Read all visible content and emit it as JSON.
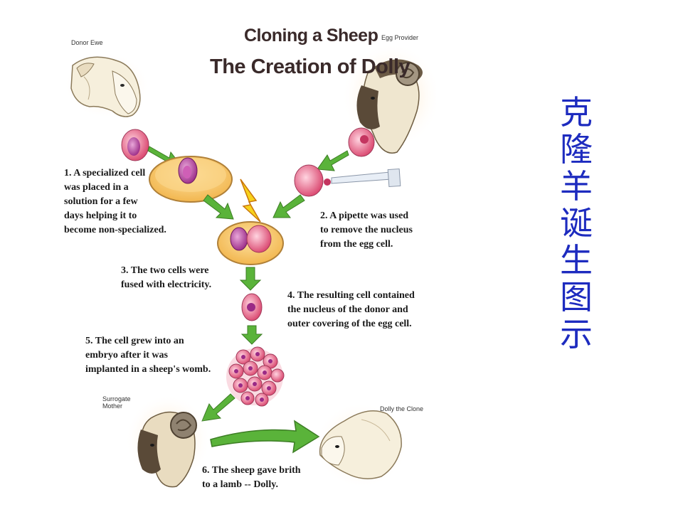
{
  "diagram": {
    "title_line1": "Cloning a Sheep",
    "title_line2": "The Creation of Dolly",
    "labels": {
      "donor_ewe": "Donor Ewe",
      "egg_provider": "Egg Provider",
      "surrogate_line1": "Surrogate",
      "surrogate_line2": "Mother",
      "dolly_clone": "Dolly the Clone"
    },
    "steps": [
      "1. A specialized cell\nwas placed in a\nsolution for a few\ndays helping it to\nbecome non-specialized.",
      "2. A pipette was used\nto remove the nucleus\nfrom the egg cell.",
      "3. The two cells were\nfused with electricity.",
      "4. The resulting cell contained\nthe nucleus of the donor and\nouter covering of the egg cell.",
      "5. The cell grew into an\nembryo after it was\nimplanted in a sheep's womb.",
      "6. The sheep gave brith\nto a lamb -- Dolly."
    ]
  },
  "side_caption": [
    "克",
    "隆",
    "羊",
    "诞",
    "生",
    "图",
    "示"
  ],
  "colors": {
    "caption": "#1d2bbf",
    "arrow": "#5ab33a",
    "dish": "#f7c86a",
    "cell": "#e36a8a"
  }
}
